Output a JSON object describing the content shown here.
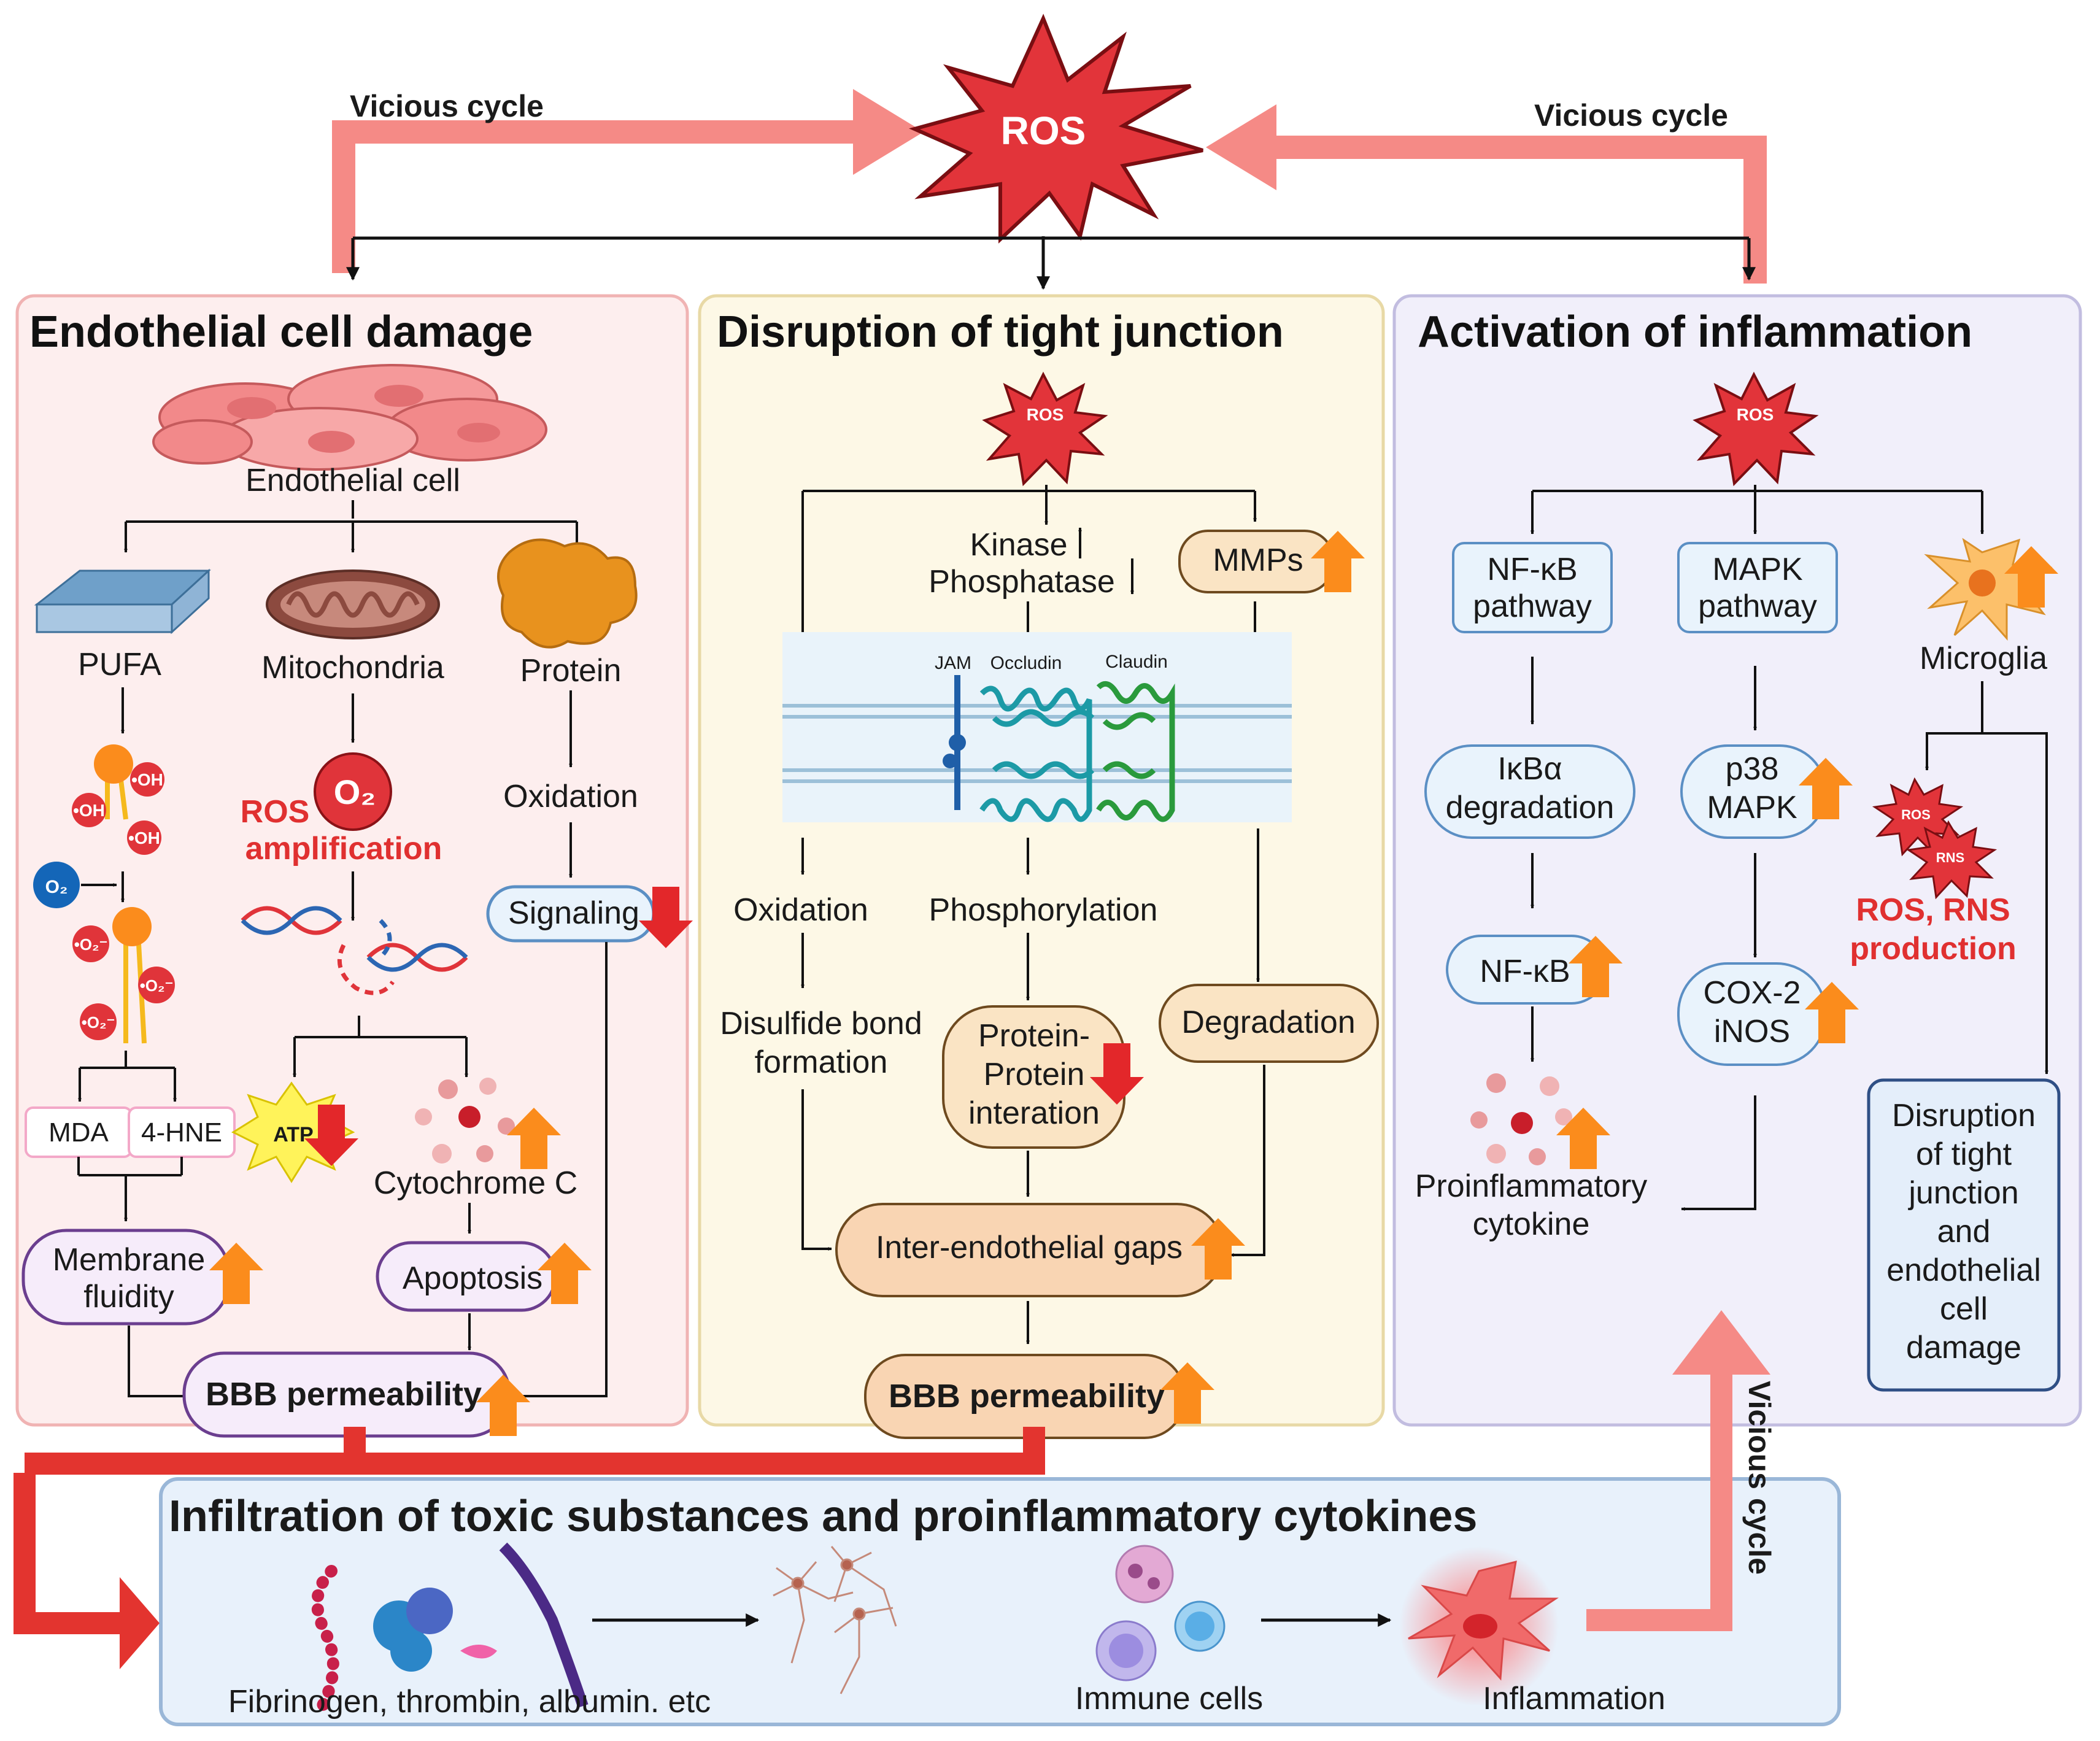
{
  "colors": {
    "panel_left": "#fdeeee",
    "panel_left_border": "#f0b3b3",
    "panel_mid": "#fdf8e6",
    "panel_mid_border": "#e8d9a6",
    "panel_right": "#f1effa",
    "panel_right_border": "#c2bde0",
    "panel_bottom": "#e8f1fb",
    "panel_bottom_border": "#9ab7d8",
    "ros_star": "#e2343a",
    "vicious_arrow": "#f58a86",
    "bottom_arrow": "#e3342f",
    "up_arrow": "#fb8c1c",
    "down_arrow": "#e3272a"
  },
  "top": {
    "ros": "ROS",
    "vicious_left": "Vicious cycle",
    "vicious_right": "Vicious cycle",
    "vicious_bottom": "Vicious cycle"
  },
  "left": {
    "title": "Endothelial cell damage",
    "endothelial_cell": "Endothelial cell",
    "pufa": "PUFA",
    "mitochondria": "Mitochondria",
    "protein": "Protein",
    "oh": "OH",
    "o2": "O₂",
    "o2r": "O₂",
    "ros_amplification_1": "ROS",
    "ros_amplification_2": "amplification",
    "oxidation": "Oxidation",
    "signaling": "Signaling",
    "mda": "MDA",
    "hne": "4-HNE",
    "atp": "ATP",
    "cytochrome": "Cytochrome C",
    "membrane_1": "Membrane",
    "membrane_2": "fluidity",
    "apoptosis": "Apoptosis",
    "bbb": "BBB permeability"
  },
  "middle": {
    "title": "Disruption of tight junction",
    "ros": "ROS",
    "kinase": "Kinase",
    "phosphatase": "Phosphatase",
    "mmps": "MMPs",
    "jam": "JAM",
    "occludin": "Occludin",
    "claudin": "Claudin",
    "oxidation": "Oxidation",
    "phosphorylation": "Phosphorylation",
    "disulfide_1": "Disulfide bond",
    "disulfide_2": "formation",
    "ppi_1": "Protein-",
    "ppi_2": "Protein",
    "ppi_3": "interation",
    "degradation": "Degradation",
    "gaps": "Inter-endothelial gaps",
    "bbb": "BBB permeability"
  },
  "right": {
    "title": "Activation of inflammation",
    "ros": "ROS",
    "nfkb_1": "NF-κB",
    "nfkb_2": "pathway",
    "mapk_1": "MAPK",
    "mapk_2": "pathway",
    "microglia": "Microglia",
    "ikba_1": "IκBα",
    "ikba_2": "degradation",
    "p38_1": "p38",
    "p38_2": "MAPK",
    "ros_small": "ROS",
    "rns_small": "RNS",
    "rosrns_1": "ROS, RNS",
    "rosrns_2": "production",
    "nfkb": "NF-κB",
    "cox_1": "COX-2",
    "cox_2": "iNOS",
    "cytokine_1": "Proinflammatory",
    "cytokine_2": "cytokine",
    "dis_1": "Disruption",
    "dis_2": "of tight",
    "dis_3": "junction",
    "dis_4": "and",
    "dis_5": "endothelial",
    "dis_6": "cell",
    "dis_7": "damage"
  },
  "bottom": {
    "title": "Infiltration of toxic substances and proinflammatory cytokines",
    "fibrinogen": "Fibrinogen, thrombin, albumin. etc",
    "immune": "Immune cells",
    "inflammation": "Inflammation"
  }
}
